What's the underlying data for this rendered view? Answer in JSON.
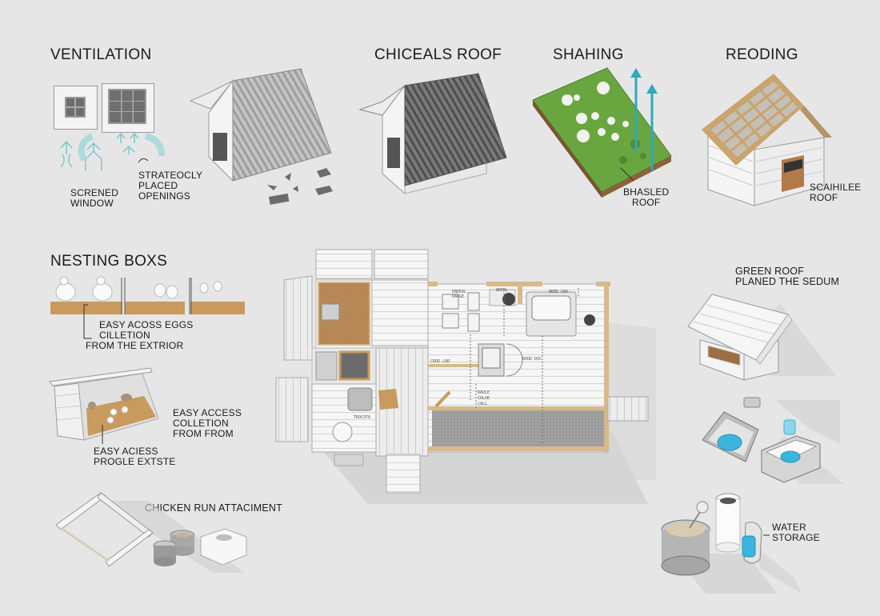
{
  "sections": {
    "ventilation": {
      "title": "VENTILATION",
      "labels": [
        "SCRENED",
        "WINDOW"
      ],
      "openings_label": [
        "STRATEOCLY",
        "PLACED",
        "OPENINGS"
      ]
    },
    "chiceals_roof": {
      "title": "CHICEALS ROOF"
    },
    "shahing": {
      "title": "SHAHING",
      "label": [
        "BHASLED",
        "ROOF"
      ]
    },
    "reoding": {
      "title": "REODING",
      "label": [
        "SCAIHILEE",
        "ROOF"
      ]
    },
    "nesting_boxes": {
      "title": "NESTING BOXS",
      "label": [
        "EASY ACOSS EGGS",
        "CILLETION",
        "FROM THE EXTRIOR"
      ],
      "box_label_right": [
        "EASY ACCESS",
        "COLLETION",
        "FROM FROM"
      ],
      "box_label_bottom": [
        "EASY ACIESS",
        "PROGLE EXTSTE"
      ]
    },
    "chicken_run": {
      "title": "CHICKEN RUN ATTACIMENT"
    },
    "green_roof": {
      "label": [
        "GREEN ROOF",
        "PLANED THE SEDUM"
      ]
    },
    "water_storage": {
      "label": [
        "WATER",
        "STORAGE"
      ]
    }
  },
  "floor_plan": {
    "room_labels": [
      "ENDEAL",
      "DARGE",
      "WEERL",
      "WEEE CRD",
      "CROD LAR",
      "TROCOTA",
      "ROOD DOC",
      "RAOLE",
      "COLOE",
      "CALL"
    ]
  },
  "colors": {
    "background": "#e6e6e6",
    "wood": "#c99a5e",
    "teal_arrow": "#2aa9bf",
    "water_blue": "#3ab5e0",
    "grass": "#6aa640",
    "roof_dark": "#6e6e6e",
    "roof_light": "#bdbdbd"
  }
}
